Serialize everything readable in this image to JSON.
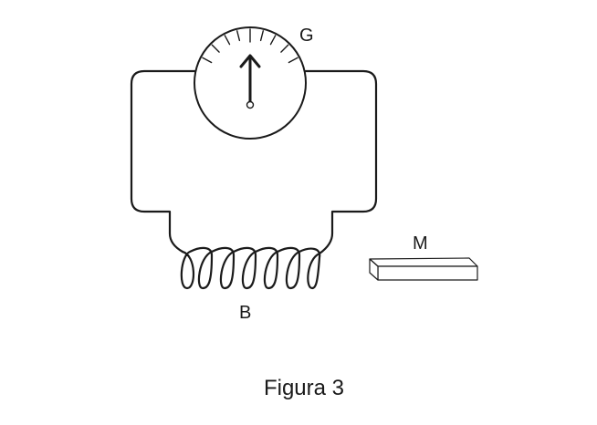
{
  "figure": {
    "labels": {
      "galvanometer": "G",
      "coil": "B",
      "magnet": "M"
    },
    "caption": "Figura 3",
    "colors": {
      "line": "#1a1a1a",
      "background": "#ffffff"
    }
  }
}
